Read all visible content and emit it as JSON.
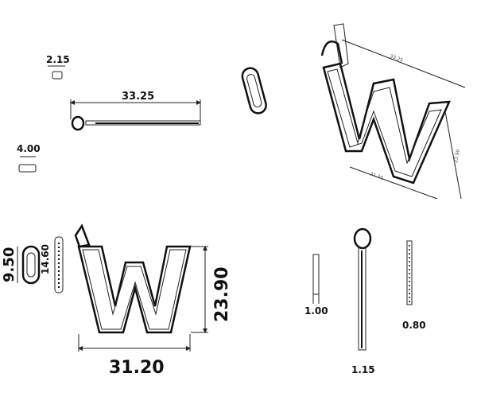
{
  "drawing": {
    "top_views": {
      "bail_width": "2.15",
      "pendant_length": "33.25",
      "thickness": "4.00"
    },
    "isometric": {
      "length_label": "33.25",
      "height_label": "23.90",
      "width_label": "31.20"
    },
    "front_view": {
      "ring_height": "9.50",
      "bail_height": "14.60",
      "letter_height": "23.90",
      "letter_width": "31.20",
      "letter": "W"
    },
    "side_views": {
      "side_a": "1.00",
      "side_b": "1.15",
      "side_c": "0.80"
    }
  }
}
